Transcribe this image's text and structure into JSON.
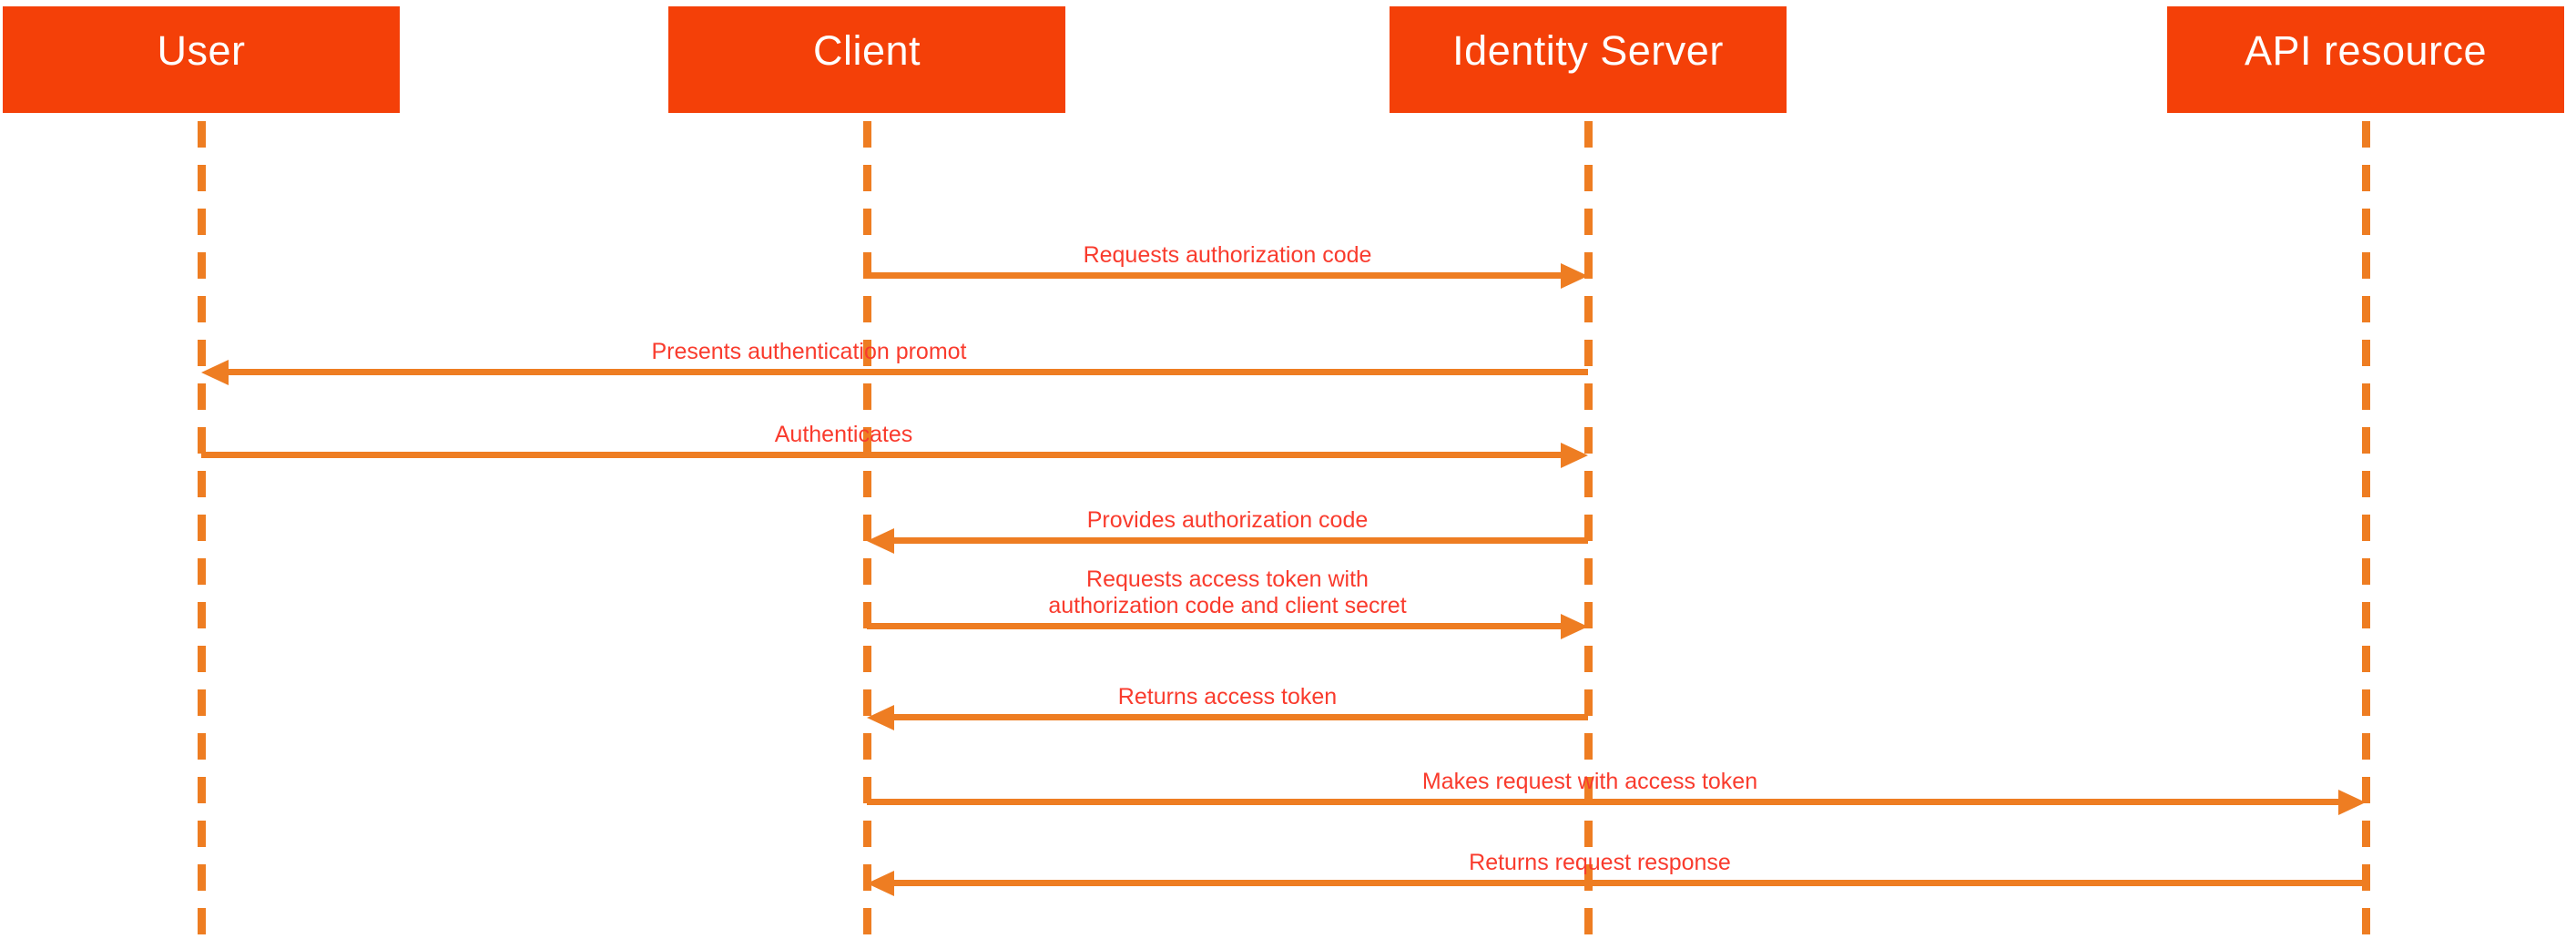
{
  "diagram": {
    "title": "OAuth authorization code flow sequence diagram",
    "actors": [
      {
        "name": "User"
      },
      {
        "name": "Client"
      },
      {
        "name": "Identity Server"
      },
      {
        "name": "API resource"
      }
    ],
    "messages": [
      {
        "from": "Client",
        "to": "Identity Server",
        "lines": [
          "Requests authorization code"
        ]
      },
      {
        "from": "Identity Server",
        "to": "User",
        "lines": [
          "Presents authentication promot"
        ]
      },
      {
        "from": "User",
        "to": "Identity Server",
        "lines": [
          "Authenticates"
        ]
      },
      {
        "from": "Identity Server",
        "to": "Client",
        "lines": [
          "Provides authorization code"
        ]
      },
      {
        "from": "Client",
        "to": "Identity Server",
        "lines": [
          "Requests access token with",
          "authorization code and client secret"
        ]
      },
      {
        "from": "Identity Server",
        "to": "Client",
        "lines": [
          "Returns access token"
        ]
      },
      {
        "from": "Client",
        "to": "API resource",
        "lines": [
          "Makes request with access token"
        ]
      },
      {
        "from": "API resource",
        "to": "Client",
        "lines": [
          "Returns request response"
        ]
      }
    ],
    "colors": {
      "actor_fill": "#F44008",
      "actor_text": "#FFFFFF",
      "connector": "#EE7D22",
      "message_text": "#F93B2D",
      "background": "#FFFFFF"
    }
  }
}
